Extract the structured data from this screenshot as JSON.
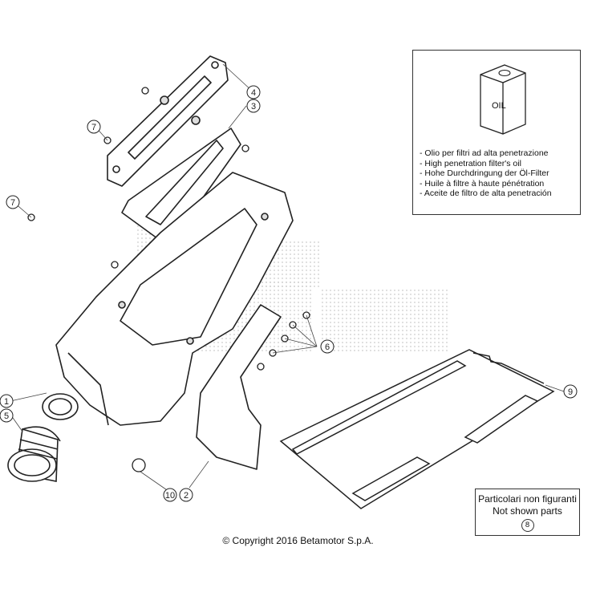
{
  "oil_box": {
    "can_label": "OIL",
    "lines": [
      "- Olio per filtri ad alta penetrazione",
      "- High penetration filter's oil",
      "- Hohe Durchdringung der Öl-Filter",
      "- Huile à filtre à haute pénétration",
      "- Aceite de filtro de alta penetración"
    ]
  },
  "callouts": [
    "1",
    "2",
    "3",
    "4",
    "5",
    "6",
    "7",
    "7",
    "8",
    "9",
    "10"
  ],
  "not_shown": {
    "line1": "Particolari non figuranti",
    "line2": "Not shown parts",
    "ref": "8"
  },
  "copyright": "© Copyright 2016 Betamotor S.p.A."
}
